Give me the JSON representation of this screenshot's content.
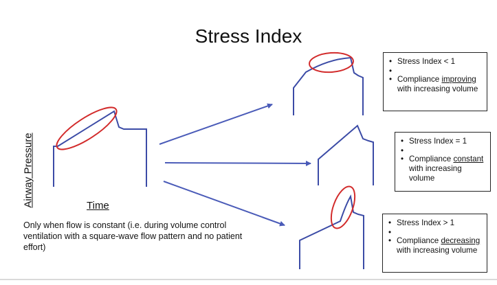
{
  "title": "Stress Index",
  "axis": {
    "ylabel": "Airway Pressure",
    "xlabel": "Time"
  },
  "note": "Only when flow is constant (i.e. during volume control ventilation with a square-wave flow pattern and no patient effort)",
  "boxes": [
    {
      "heading": "Stress Index < 1",
      "prefix": "Compliance ",
      "keyword": "improving",
      "suffix": " with increasing volume"
    },
    {
      "heading": "Stress Index = 1",
      "prefix": "Compliance ",
      "keyword": "constant",
      "suffix": " with increasing volume"
    },
    {
      "heading": "Stress Index > 1",
      "prefix": "Compliance ",
      "keyword": "decreasing",
      "suffix": " with increasing volume"
    }
  ],
  "colors": {
    "waveform": "#3b4ba6",
    "highlight": "#d22b2b",
    "arrow": "#4a5bb8"
  }
}
